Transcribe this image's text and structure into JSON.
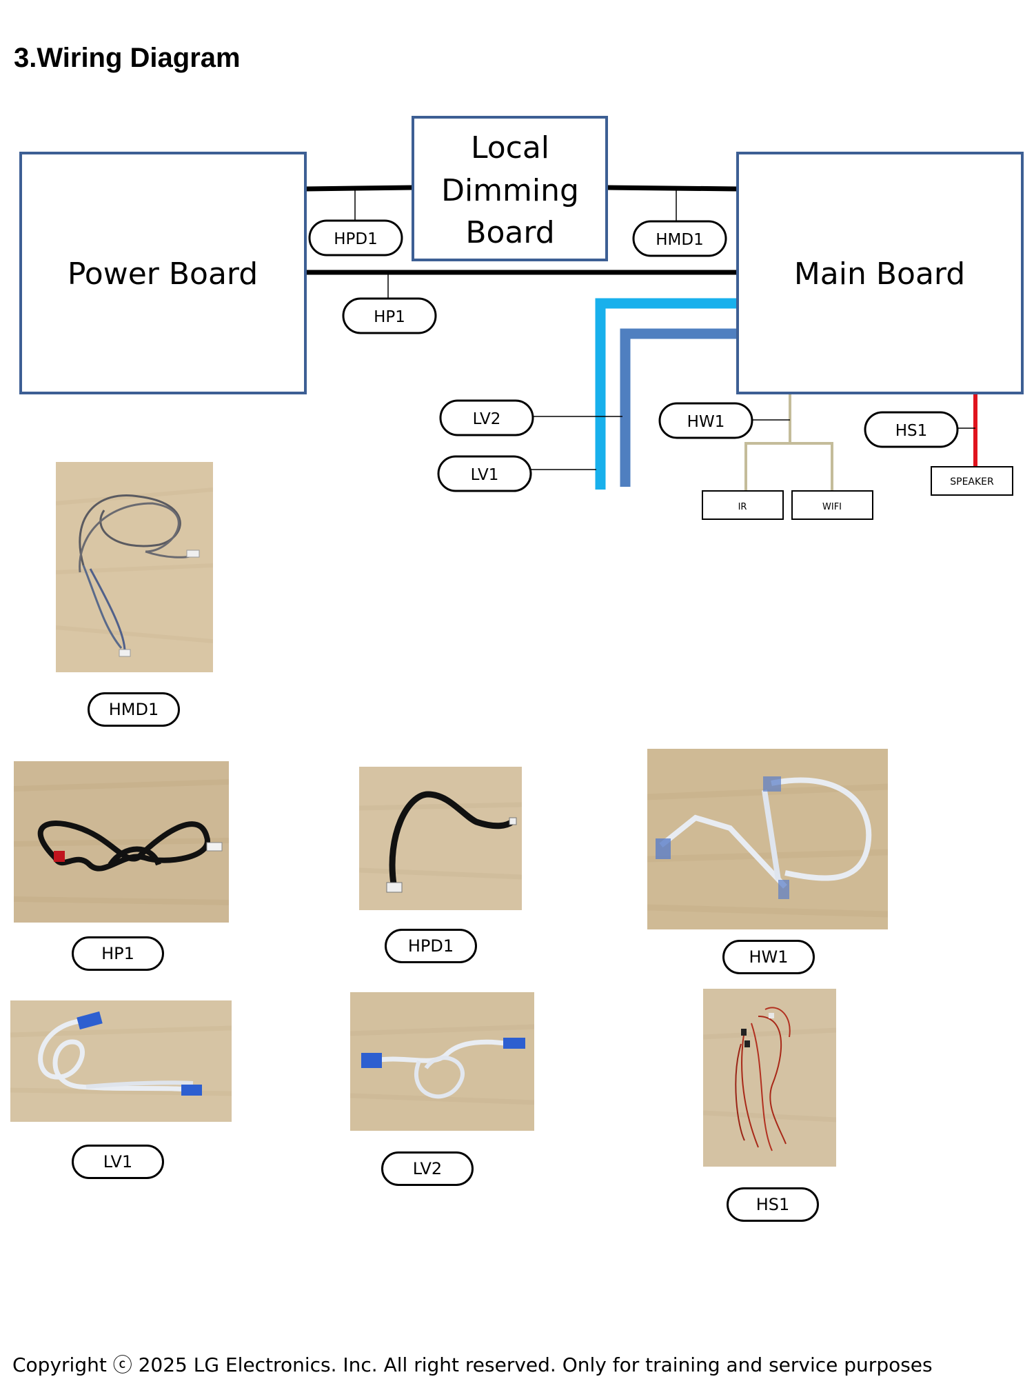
{
  "page": {
    "title": "3.Wiring Diagram"
  },
  "diagram": {
    "boards": {
      "power": "Power Board",
      "local_1": "Local",
      "local_2": "Dimming",
      "local_3": "Board",
      "main": "Main Board"
    },
    "connectors": {
      "hpd1": "HPD1",
      "hmd1": "HMD1",
      "hp1": "HP1",
      "lv2": "LV2",
      "lv1": "LV1",
      "hw1": "HW1",
      "hs1": "HS1"
    },
    "modules": {
      "ir": "IR",
      "wifi": "WIFI",
      "speaker": "SPEAKER"
    },
    "colors": {
      "board_border": "#3d5f94",
      "power_cable": "#000000",
      "lv1_cable": "#18b0ec",
      "lv2_cable": "#4f7fc0",
      "wifi_ir_cable": "#c4bc9a",
      "speaker_cable": "#e0141e"
    }
  },
  "cable_photos": {
    "hmd1": "HMD1",
    "hp1": "HP1",
    "hpd1": "HPD1",
    "hw1": "HW1",
    "lv1": "LV1",
    "lv2": "LV2",
    "hs1": "HS1"
  },
  "footer": {
    "copyright": "Copyright ⓒ 2025 LG Electronics. Inc. All right reserved. Only for training and service purposes"
  }
}
